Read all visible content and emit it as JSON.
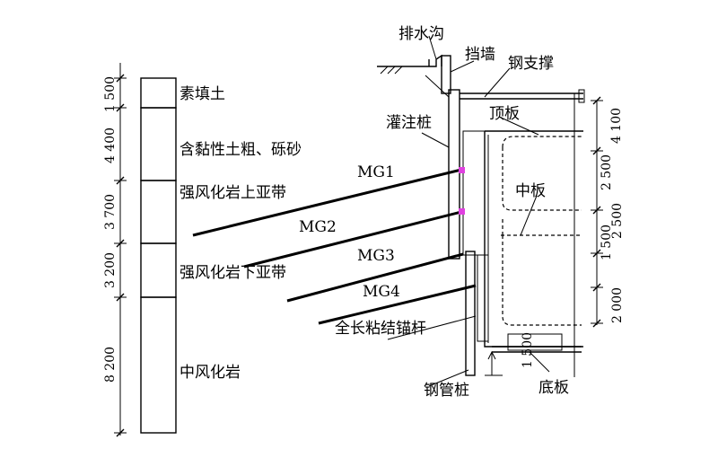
{
  "strata": {
    "layers": [
      {
        "thickness": "1 500",
        "name": "素填土"
      },
      {
        "thickness": "4 400",
        "name": "含黏性土粗、砾砂"
      },
      {
        "thickness": "3 700",
        "name": "强风化岩上亚带"
      },
      {
        "thickness": "3 200",
        "name": "强风化岩下亚带"
      },
      {
        "thickness": "8 200",
        "name": "中风化岩"
      }
    ]
  },
  "anchors": [
    {
      "label": "MG1"
    },
    {
      "label": "MG2"
    },
    {
      "label": "MG3"
    },
    {
      "label": "MG4"
    }
  ],
  "labels": {
    "drain": "排水沟",
    "wall": "挡墙",
    "steel_strut": "钢支撑",
    "bored_pile": "灌注桩",
    "top_slab": "顶板",
    "mid_slab": "中板",
    "bottom_slab": "底板",
    "steel_pipe_pile": "钢管桩",
    "full_bond_anchor": "全长粘结锚杆"
  },
  "dims_right": {
    "d1": "4 100",
    "d2": "2 500",
    "d3": "2 500",
    "d4": "2 000",
    "d5": "1 500",
    "bottom": "1 500"
  },
  "colors": {
    "line": "#000000",
    "sensor": "#e040e0"
  }
}
